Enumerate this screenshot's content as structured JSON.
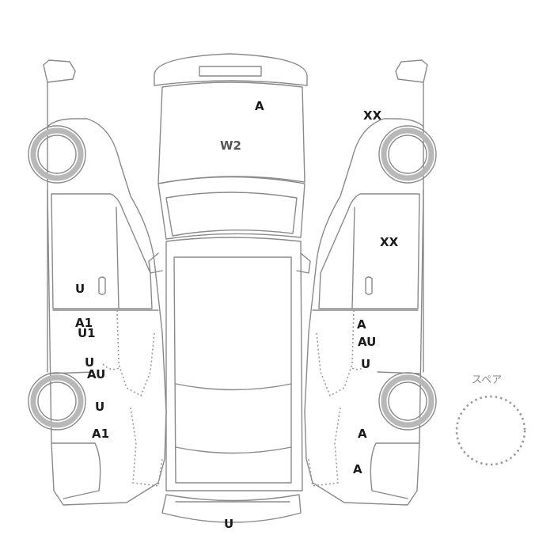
{
  "damage_marks": [
    {
      "id": "roof-mark",
      "text": "A"
    },
    {
      "id": "hood-mark",
      "text": "W2",
      "tone": "gray"
    },
    {
      "id": "right-front-fender-mark",
      "text": "XX"
    },
    {
      "id": "right-front-door-mark",
      "text": "XX"
    },
    {
      "id": "left-front-door-mark",
      "text": "U"
    },
    {
      "id": "left-rear-door-mark-1",
      "text": "A1"
    },
    {
      "id": "left-rear-door-mark-2",
      "text": "U1"
    },
    {
      "id": "left-rear-door-mark-3",
      "text": "U"
    },
    {
      "id": "left-rear-door-mark-4",
      "text": "AU"
    },
    {
      "id": "left-rear-quarter-mark-1",
      "text": "U"
    },
    {
      "id": "left-rear-quarter-mark-2",
      "text": "A1"
    },
    {
      "id": "right-rear-door-mark-1",
      "text": "A"
    },
    {
      "id": "right-rear-door-mark-2",
      "text": "AU"
    },
    {
      "id": "right-rear-door-mark-3",
      "text": "U"
    },
    {
      "id": "right-rear-quarter-mark-1",
      "text": "A"
    },
    {
      "id": "right-rear-quarter-mark-2",
      "text": "A"
    },
    {
      "id": "rear-bumper-mark",
      "text": "U"
    }
  ],
  "spare": {
    "label": "スペア"
  }
}
